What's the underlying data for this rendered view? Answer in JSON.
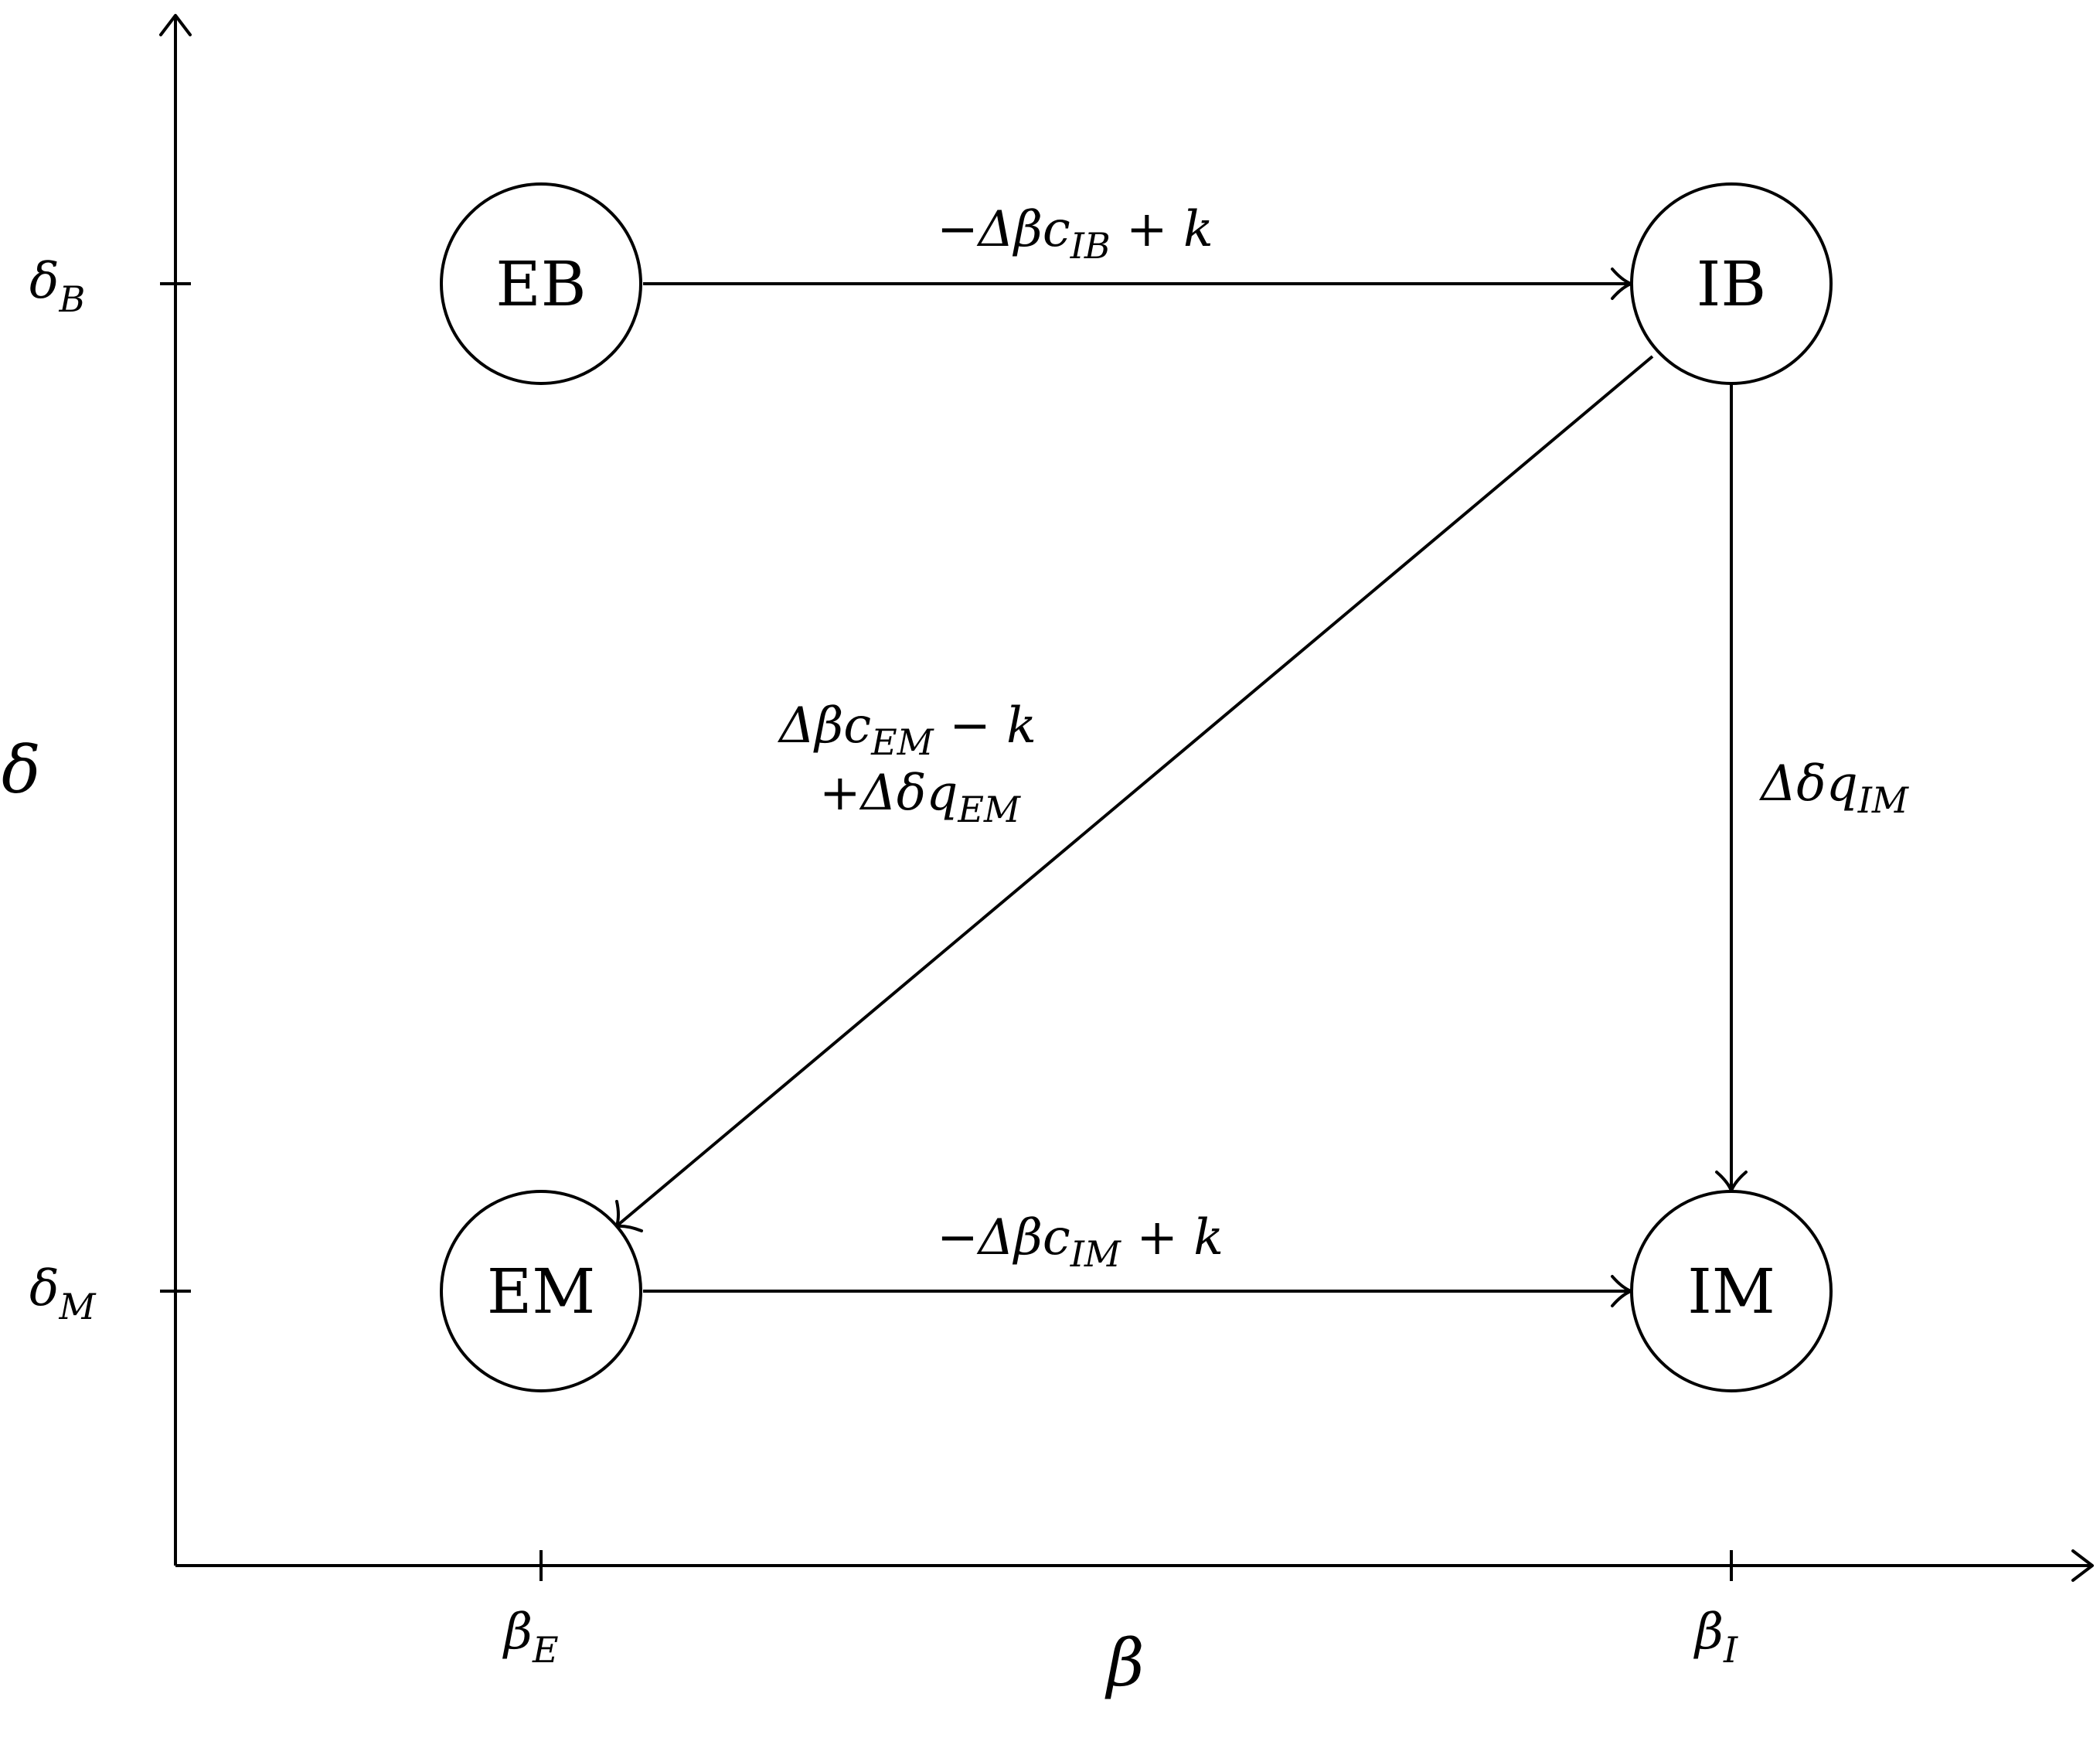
{
  "axes": {
    "x_label": "β",
    "y_label": "δ",
    "x_ticks": [
      {
        "sym": "β",
        "sub": "E"
      },
      {
        "sym": "β",
        "sub": "I"
      }
    ],
    "y_ticks": [
      {
        "sym": "δ",
        "sub": "B"
      },
      {
        "sym": "δ",
        "sub": "M"
      }
    ]
  },
  "nodes": {
    "eb": "EB",
    "ib": "IB",
    "em": "EM",
    "im": "IM"
  },
  "edges": {
    "eb_ib": {
      "pre": "−Δβc",
      "sub": "IB",
      "post": " + k"
    },
    "em_im": {
      "pre": "−Δβc",
      "sub": "IM",
      "post": " + k"
    },
    "ib_im": {
      "pre": "Δδq",
      "sub": "IM"
    },
    "ib_em_line1": {
      "pre": "Δβc",
      "sub": "EM",
      "post": " − k"
    },
    "ib_em_line2": {
      "pre": "+Δδq",
      "sub": "EM"
    }
  }
}
